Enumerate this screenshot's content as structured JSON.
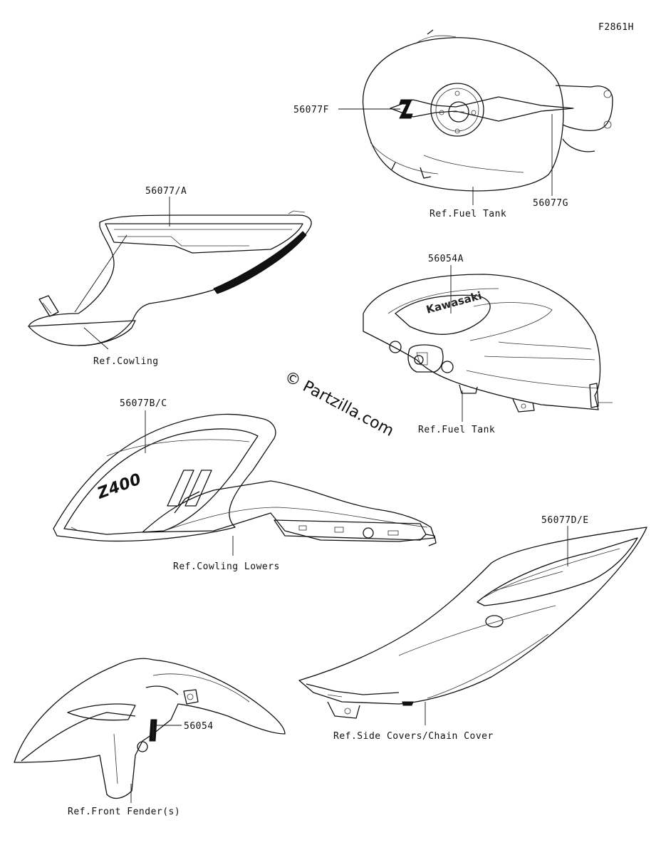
{
  "figure_code": "F2861H",
  "watermark": "© Partzilla.com",
  "decal_text": {
    "kawasaki": "Kawasaki",
    "z400": "Z400"
  },
  "callouts": {
    "p56077F": "56077F",
    "p56077G": "56077G",
    "ref_fuel_tank_1": "Ref.Fuel Tank",
    "p56077A": "56077/A",
    "ref_cowling": "Ref.Cowling",
    "p56054A": "56054A",
    "ref_fuel_tank_2": "Ref.Fuel Tank",
    "p56077BC": "56077B/C",
    "ref_cowling_lowers": "Ref.Cowling Lowers",
    "p56077DE": "56077D/E",
    "ref_side_covers": "Ref.Side Covers/Chain Cover",
    "p56054": "56054",
    "ref_front_fender": "Ref.Front Fender(s)"
  }
}
